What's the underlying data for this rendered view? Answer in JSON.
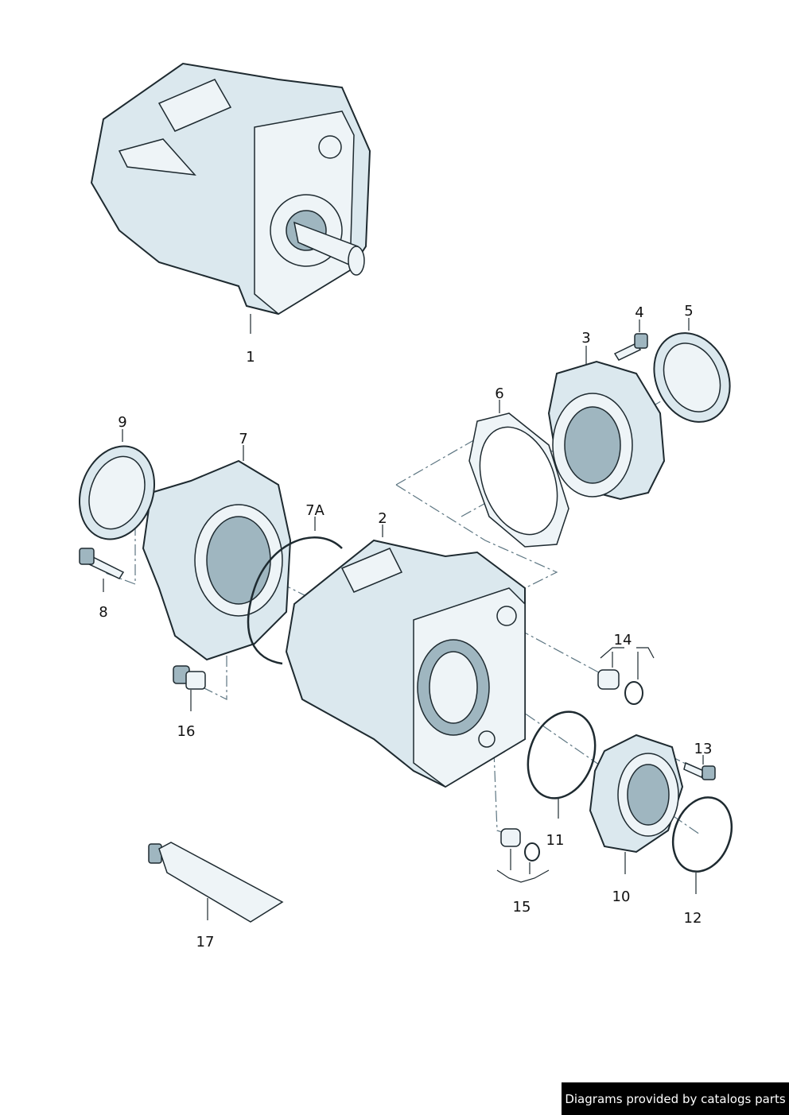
{
  "callouts": {
    "p1": "1",
    "p2": "2",
    "p3": "3",
    "p4": "4",
    "p5": "5",
    "p6": "6",
    "p7": "7",
    "p7a": "7A",
    "p8": "8",
    "p9": "9",
    "p10": "10",
    "p11": "11",
    "p12": "12",
    "p13": "13",
    "p14": "14",
    "p15": "15",
    "p16": "16",
    "p17": "17"
  },
  "footer": {
    "credit": "Diagrams provided by catalogs parts"
  }
}
